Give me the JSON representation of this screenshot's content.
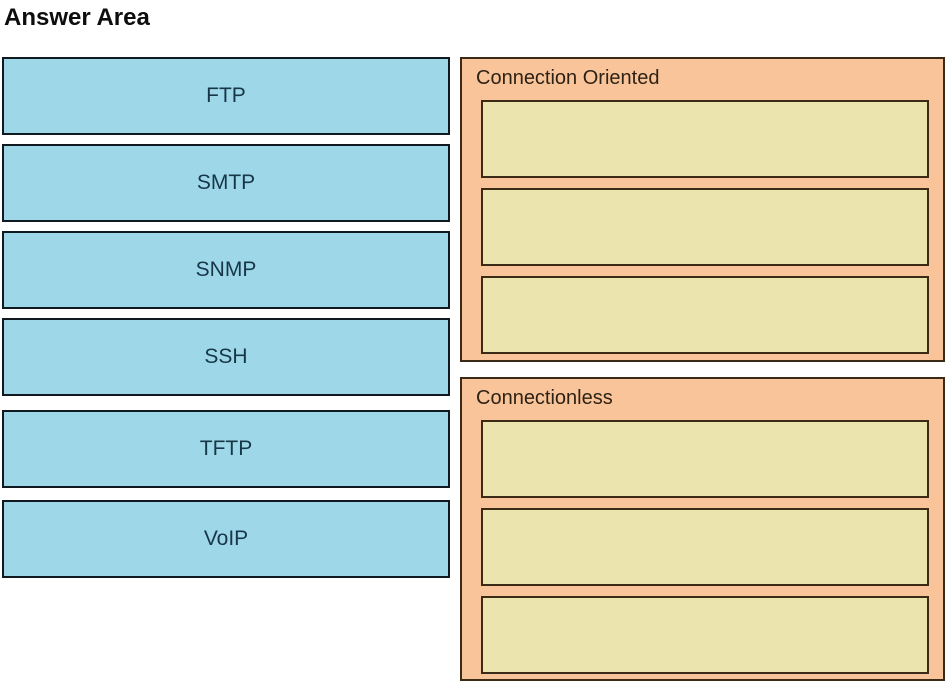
{
  "title": "Answer Area",
  "drag_items": [
    "FTP",
    "SMTP",
    "SNMP",
    "SSH",
    "TFTP",
    "VoIP"
  ],
  "groups": [
    {
      "label": "Connection Oriented",
      "empty_slots": 3
    },
    {
      "label": "Connectionless",
      "empty_slots": 3
    }
  ],
  "colors": {
    "drag_item_fill": "#9ed8e8",
    "drag_item_border": "#10191f",
    "drag_item_text": "#173648",
    "group_fill": "#fac49b",
    "group_border": "#3b2a16",
    "group_header_text": "#2e2214",
    "slot_fill": "#ebe4af",
    "slot_border": "#3b2a16",
    "title_text": "#0d0d0d",
    "background": "#ffffff"
  }
}
